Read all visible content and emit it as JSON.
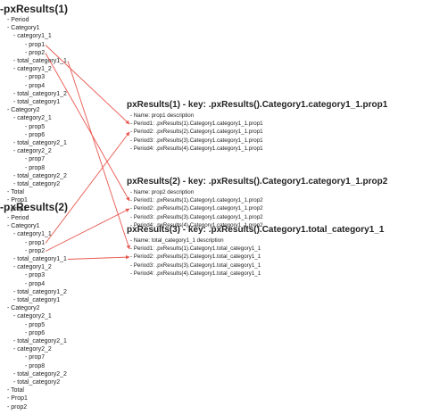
{
  "trees": [
    {
      "title": "-pxResults(1)",
      "items": [
        {
          "text": "- Period",
          "level": 1
        },
        {
          "text": "- Category1",
          "level": 1
        },
        {
          "text": "- category1_1",
          "level": 2
        },
        {
          "text": "- prop1",
          "level": 3
        },
        {
          "text": "- prop2",
          "level": 3
        },
        {
          "text": "- total_category1_1",
          "level": 2
        },
        {
          "text": "- category1_2",
          "level": 2
        },
        {
          "text": "- prop3",
          "level": 3
        },
        {
          "text": "- prop4",
          "level": 3
        },
        {
          "text": "- total_category1_2",
          "level": 2
        },
        {
          "text": "- total_category1",
          "level": 2
        },
        {
          "text": "- Category2",
          "level": 1
        },
        {
          "text": "- category2_1",
          "level": 2
        },
        {
          "text": "- prop5",
          "level": 3
        },
        {
          "text": "- prop6",
          "level": 3
        },
        {
          "text": "- total_category2_1",
          "level": 2
        },
        {
          "text": "- category2_2",
          "level": 2
        },
        {
          "text": "- prop7",
          "level": 3
        },
        {
          "text": "- prop8",
          "level": 3
        },
        {
          "text": "- total_category2_2",
          "level": 2
        },
        {
          "text": "- total_category2",
          "level": 2
        },
        {
          "text": "- Total",
          "level": 1
        },
        {
          "text": "- Prop1",
          "level": 1
        },
        {
          "text": "- prop2",
          "level": 1
        }
      ]
    },
    {
      "title": "-pxResults(2)",
      "items": [
        {
          "text": "- Period",
          "level": 1
        },
        {
          "text": "- Category1",
          "level": 1
        },
        {
          "text": "- category1_1",
          "level": 2
        },
        {
          "text": "- prop1",
          "level": 3
        },
        {
          "text": "- prop2",
          "level": 3
        },
        {
          "text": "- total_category1_1",
          "level": 2
        },
        {
          "text": "- category1_2",
          "level": 2
        },
        {
          "text": "- prop3",
          "level": 3
        },
        {
          "text": "- prop4",
          "level": 3
        },
        {
          "text": "- total_category1_2",
          "level": 2
        },
        {
          "text": "- total_category1",
          "level": 2
        },
        {
          "text": "- Category2",
          "level": 1
        },
        {
          "text": "- category2_1",
          "level": 2
        },
        {
          "text": "- prop5",
          "level": 3
        },
        {
          "text": "- prop6",
          "level": 3
        },
        {
          "text": "- total_category2_1",
          "level": 2
        },
        {
          "text": "- category2_2",
          "level": 2
        },
        {
          "text": "- prop7",
          "level": 3
        },
        {
          "text": "- prop8",
          "level": 3
        },
        {
          "text": "- total_category2_2",
          "level": 2
        },
        {
          "text": "- total_category2",
          "level": 2
        },
        {
          "text": "- Total",
          "level": 1
        },
        {
          "text": "- Prop1",
          "level": 1
        },
        {
          "text": "- prop2",
          "level": 1
        }
      ]
    }
  ],
  "panels": [
    {
      "title": "pxResults(1) - key:  .pxResults().Category1.category1_1.prop1",
      "lines": [
        "- Name:  prop1 description",
        "- Period1:  .pxResults(1).Category1.category1_1.prop1",
        "- Period2:  .pxResults(2).Category1.category1_1.prop1",
        "- Period3: .pxResults(3).Category1.category1_1.prop1",
        "- Period4:  .pxResults(4).Category1.category1_1.prop1"
      ]
    },
    {
      "title": "pxResults(2) - key:  .pxResults().Category1.category1_1.prop2",
      "lines": [
        "- Name:  prop2 description",
        "- Period1:  .pxResults(1).Category1.category1_1.prop2",
        "- Period2:  .pxResults(2).Category1.category1_1.prop2",
        "- Period3: .pxResults(3).Category1.category1_1.prop2",
        "- Period4:  .pxResults(4).Category1.category1_1.prop2"
      ]
    },
    {
      "title": "pxResults(3) - key:  .pxResults().Category1.total_category1_1",
      "lines": [
        "- Name:  total_category1_1 description",
        "- Period1:  .pxResults(1).Category1.total_category1_1",
        "- Period2:  .pxResults(2).Category1.total_category1_1",
        "- Period3:  .pxResults(3).Category1.total_category1_1",
        "- Period4:  .pxResults(4).Category1.total_category1_1"
      ]
    }
  ],
  "connections": [
    {
      "tree": 0,
      "item": 3,
      "panel": 0,
      "line": 1
    },
    {
      "tree": 0,
      "item": 4,
      "panel": 1,
      "line": 1
    },
    {
      "tree": 0,
      "item": 5,
      "panel": 2,
      "line": 1
    },
    {
      "tree": 1,
      "item": 3,
      "panel": 0,
      "line": 2
    },
    {
      "tree": 1,
      "item": 4,
      "panel": 1,
      "line": 2
    },
    {
      "tree": 1,
      "item": 5,
      "panel": 2,
      "line": 2
    }
  ],
  "colors": {
    "connector": "#e8574f",
    "text": "#222222"
  }
}
